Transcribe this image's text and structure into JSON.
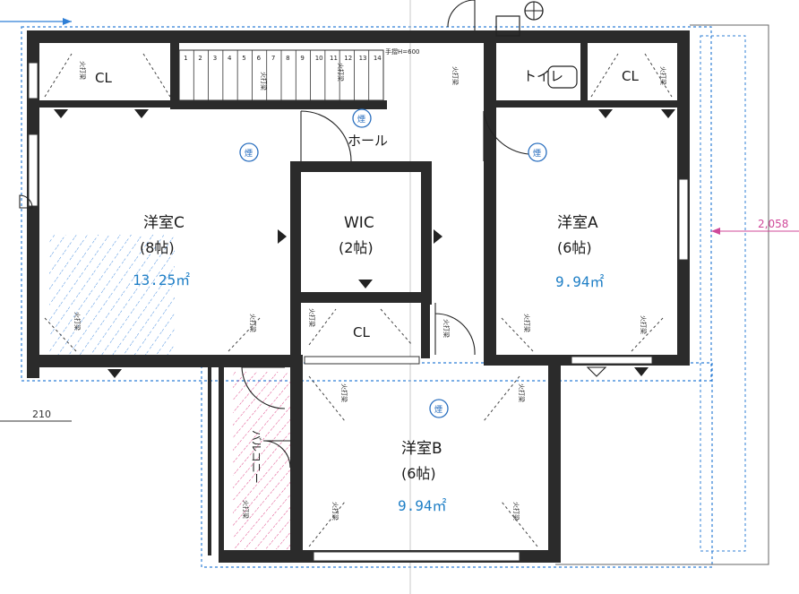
{
  "rooms": {
    "room_c": {
      "name": "洋室C",
      "size": "(8帖)",
      "area": "13.25㎡"
    },
    "room_a": {
      "name": "洋室A",
      "size": "(6帖)",
      "area": "9.94㎡"
    },
    "room_b": {
      "name": "洋室B",
      "size": "(6帖)",
      "area": "9.94㎡"
    },
    "wic": {
      "name": "WIC",
      "size": "(2帖)"
    }
  },
  "labels": {
    "cl_top_left": "CL",
    "cl_top_right": "CL",
    "cl_center": "CL",
    "toilet": "トイレ",
    "hall": "ホール",
    "balcony": "バルコニー",
    "handrail": "手摺H=600",
    "sensor": "煙",
    "fire_alarm": "火打梁"
  },
  "stairs": {
    "steps": [
      "1",
      "2",
      "3",
      "4",
      "5",
      "6",
      "7",
      "8",
      "9",
      "10",
      "11",
      "12",
      "13",
      "14"
    ]
  },
  "dimensions": {
    "right": "2,058",
    "left": "210"
  },
  "colors": {
    "wall": "#2b2b2b",
    "area_text": "#1f7fc6",
    "boundary": "#2f7fd6",
    "dimension": "#d04a9a",
    "balcony_hatch": "#e04a8a"
  }
}
